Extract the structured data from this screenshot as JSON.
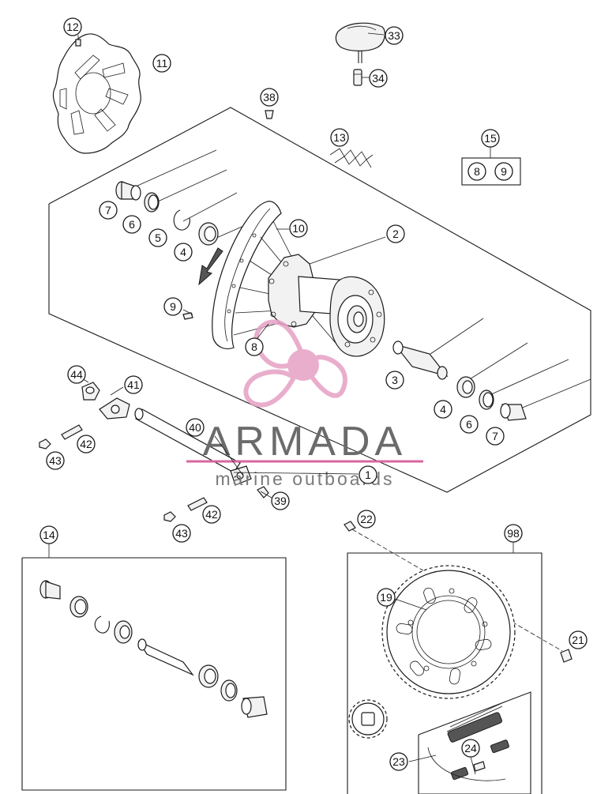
{
  "watermark": {
    "brand": "ARMADA",
    "tagline": "marine outboards",
    "colors": {
      "logo_pink": "#e6a0c4",
      "logo_pink_dark": "#d9669f",
      "text_gray": "#6b6b6b"
    }
  },
  "callouts": [
    {
      "id": "c12",
      "label": "12"
    },
    {
      "id": "c11",
      "label": "11"
    },
    {
      "id": "c33",
      "label": "33"
    },
    {
      "id": "c34",
      "label": "34"
    },
    {
      "id": "c38",
      "label": "38"
    },
    {
      "id": "c13",
      "label": "13"
    },
    {
      "id": "c15",
      "label": "15"
    },
    {
      "id": "c15a",
      "label": "8"
    },
    {
      "id": "c15b",
      "label": "9"
    },
    {
      "id": "c7a",
      "label": "7"
    },
    {
      "id": "c6a",
      "label": "6"
    },
    {
      "id": "c5",
      "label": "5"
    },
    {
      "id": "c4a",
      "label": "4"
    },
    {
      "id": "c10",
      "label": "10"
    },
    {
      "id": "c2",
      "label": "2"
    },
    {
      "id": "c9",
      "label": "9"
    },
    {
      "id": "c8",
      "label": "8"
    },
    {
      "id": "c3",
      "label": "3"
    },
    {
      "id": "c4b",
      "label": "4"
    },
    {
      "id": "c6b",
      "label": "6"
    },
    {
      "id": "c7b",
      "label": "7"
    },
    {
      "id": "c44",
      "label": "44"
    },
    {
      "id": "c41",
      "label": "41"
    },
    {
      "id": "c42a",
      "label": "42"
    },
    {
      "id": "c43a",
      "label": "43"
    },
    {
      "id": "c40",
      "label": "40"
    },
    {
      "id": "c1",
      "label": "1"
    },
    {
      "id": "c39",
      "label": "39"
    },
    {
      "id": "c42b",
      "label": "42"
    },
    {
      "id": "c43b",
      "label": "43"
    },
    {
      "id": "c14",
      "label": "14"
    },
    {
      "id": "c22",
      "label": "22"
    },
    {
      "id": "c98",
      "label": "98"
    },
    {
      "id": "c19",
      "label": "19"
    },
    {
      "id": "c21",
      "label": "21"
    },
    {
      "id": "c23",
      "label": "23"
    },
    {
      "id": "c24",
      "label": "24"
    }
  ]
}
